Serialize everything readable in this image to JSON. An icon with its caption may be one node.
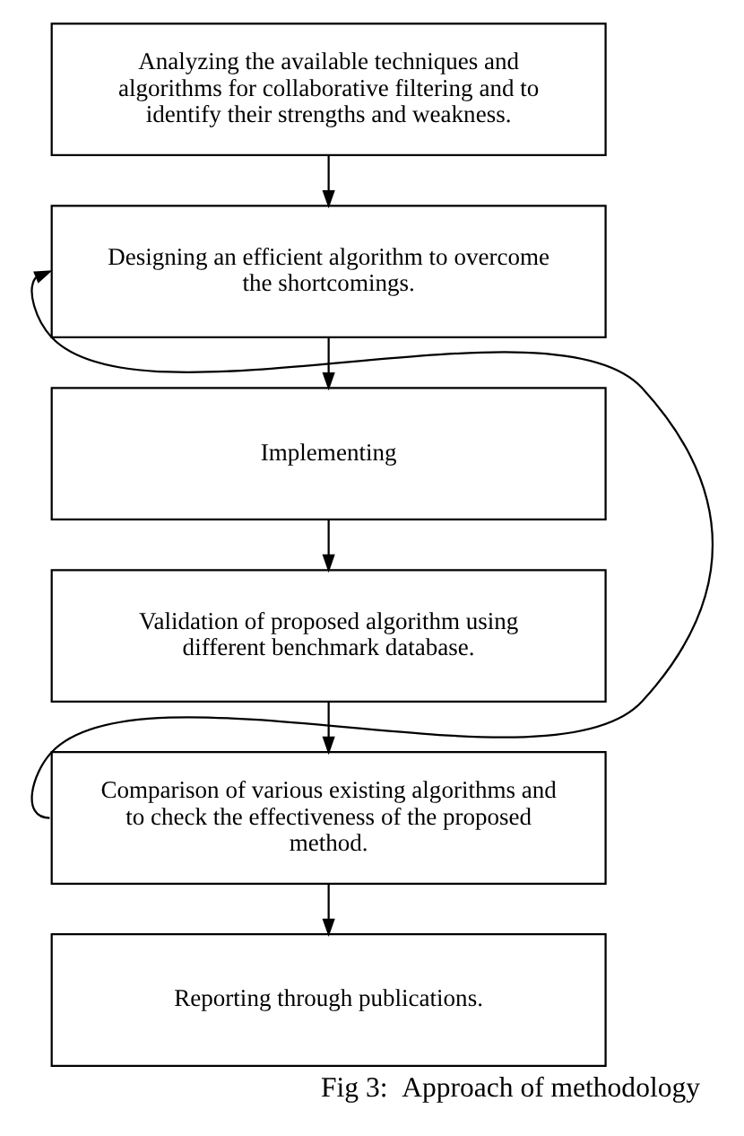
{
  "diagram": {
    "caption": "Fig 3:  Approach of methodology",
    "nodes": [
      {
        "text": [
          "Analyzing the available techniques and algorithms for collaborative filtering and to identify their strengths and weakness."
        ]
      },
      {
        "text": [
          "Designing an efficient algorithm to overcome the shortcomings."
        ]
      },
      {
        "text": [
          "Implementing"
        ]
      },
      {
        "text": [
          "Validation of proposed algorithm using different benchmark database."
        ]
      },
      {
        "text": [
          "Comparison of various existing algorithms and to check the effectiveness of the proposed method."
        ]
      },
      {
        "text": [
          "Reporting through publications."
        ]
      }
    ],
    "edges": [
      {
        "from": 0,
        "to": 1,
        "arrow": "to"
      },
      {
        "from": 1,
        "to": 2,
        "arrow": "to"
      },
      {
        "from": 2,
        "to": 3,
        "arrow": "to"
      },
      {
        "from": 3,
        "to": 4,
        "arrow": "to"
      },
      {
        "from": 4,
        "to": 5,
        "arrow": "to"
      },
      {
        "from": 4,
        "to": 1,
        "arrow": "to"
      }
    ]
  }
}
